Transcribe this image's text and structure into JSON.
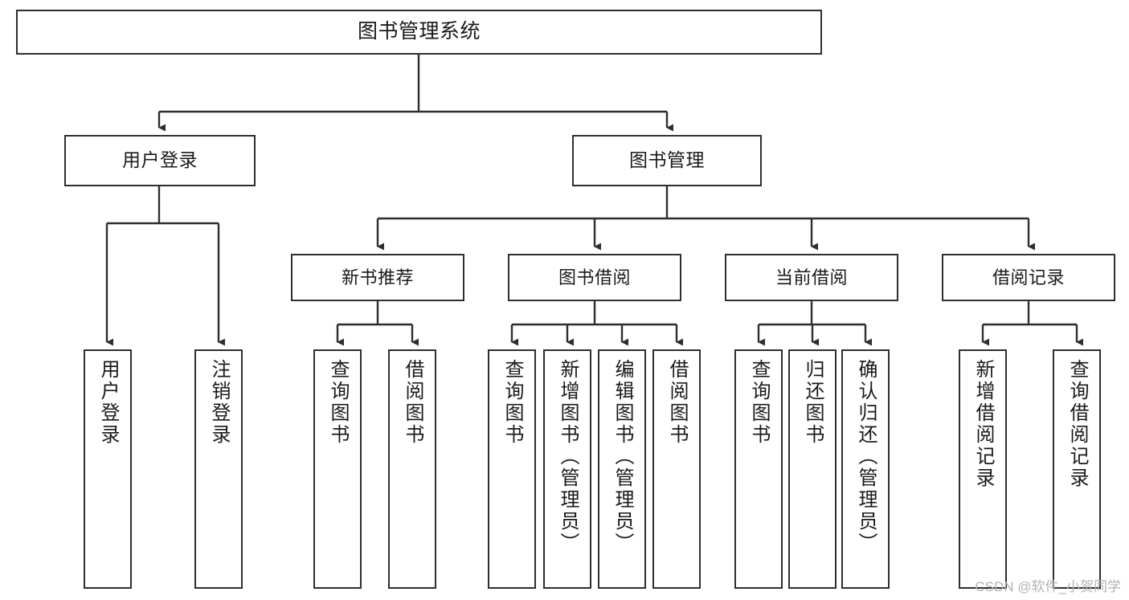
{
  "diagram": {
    "title": "图书管理系统",
    "type": "tree",
    "watermark": "CSDN @软件_小贺同学",
    "colors": {
      "border": "#2e2e2e",
      "background": "#ffffff",
      "text": "#1a1a1a",
      "watermark": "#b3b3b3"
    },
    "root": {
      "label": "图书管理系统"
    },
    "level2": [
      {
        "label": "用户登录"
      },
      {
        "label": "图书管理"
      }
    ],
    "level3": [
      {
        "label": "新书推荐"
      },
      {
        "label": "图书借阅"
      },
      {
        "label": "当前借阅"
      },
      {
        "label": "借阅记录"
      }
    ],
    "leaves": {
      "user_login": [
        {
          "label": "用户登录"
        },
        {
          "label": "注销登录"
        }
      ],
      "new_book": [
        {
          "label": "查询图书"
        },
        {
          "label": "借阅图书"
        }
      ],
      "book_borrow": [
        {
          "label": "查询图书"
        },
        {
          "label": "新增图书（管理员）"
        },
        {
          "label": "编辑图书（管理员）"
        },
        {
          "label": "借阅图书"
        }
      ],
      "current_borrow": [
        {
          "label": "查询图书"
        },
        {
          "label": "归还图书"
        },
        {
          "label": "确认归还（管理员）"
        }
      ],
      "borrow_record": [
        {
          "label": "新增借阅记录"
        },
        {
          "label": "查询借阅记录"
        }
      ]
    }
  }
}
